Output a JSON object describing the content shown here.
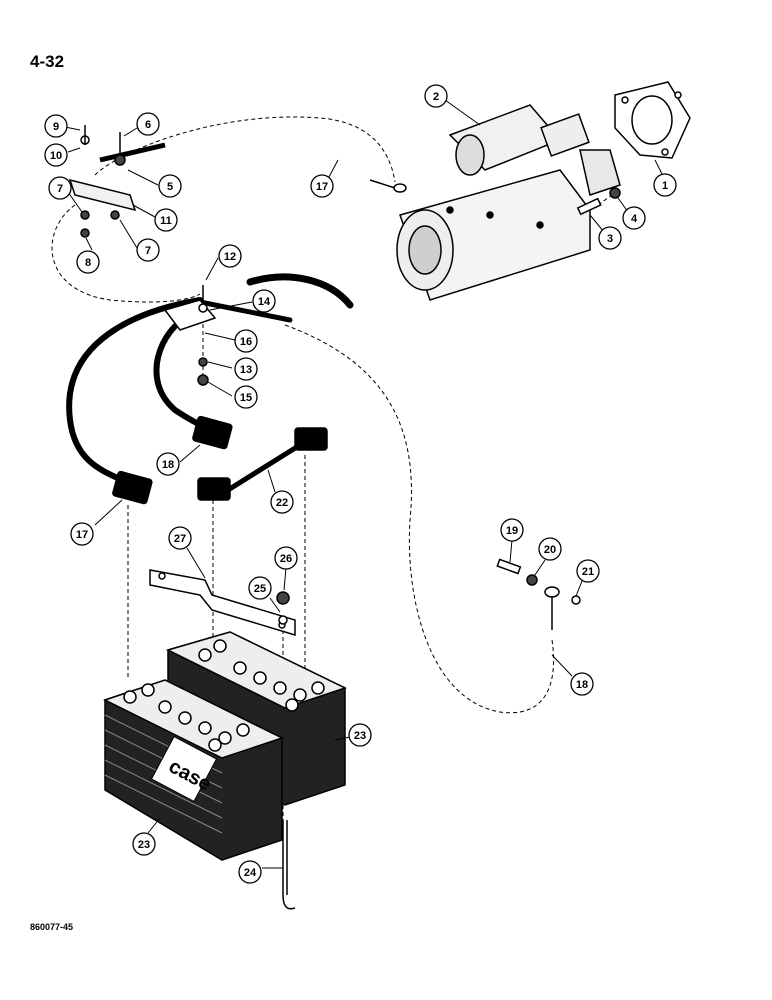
{
  "page": {
    "number": "4-32",
    "figure_code": "860077-45"
  },
  "callouts": [
    {
      "id": "c1",
      "label": "1"
    },
    {
      "id": "c2",
      "label": "2"
    },
    {
      "id": "c3",
      "label": "3"
    },
    {
      "id": "c4",
      "label": "4"
    },
    {
      "id": "c5",
      "label": "5"
    },
    {
      "id": "c6",
      "label": "6"
    },
    {
      "id": "c7a",
      "label": "7"
    },
    {
      "id": "c7b",
      "label": "7"
    },
    {
      "id": "c8",
      "label": "8"
    },
    {
      "id": "c9",
      "label": "9"
    },
    {
      "id": "c10",
      "label": "10"
    },
    {
      "id": "c11",
      "label": "11"
    },
    {
      "id": "c12",
      "label": "12"
    },
    {
      "id": "c13",
      "label": "13"
    },
    {
      "id": "c14",
      "label": "14"
    },
    {
      "id": "c15",
      "label": "15"
    },
    {
      "id": "c16",
      "label": "16"
    },
    {
      "id": "c17a",
      "label": "17"
    },
    {
      "id": "c17b",
      "label": "17"
    },
    {
      "id": "c18a",
      "label": "18"
    },
    {
      "id": "c18b",
      "label": "18"
    },
    {
      "id": "c19",
      "label": "19"
    },
    {
      "id": "c20",
      "label": "20"
    },
    {
      "id": "c21",
      "label": "21"
    },
    {
      "id": "c22",
      "label": "22"
    },
    {
      "id": "c23a",
      "label": "23"
    },
    {
      "id": "c23b",
      "label": "23"
    },
    {
      "id": "c24",
      "label": "24"
    },
    {
      "id": "c25",
      "label": "25"
    },
    {
      "id": "c26",
      "label": "26"
    },
    {
      "id": "c27",
      "label": "27"
    }
  ],
  "battery": {
    "brand": "case"
  }
}
